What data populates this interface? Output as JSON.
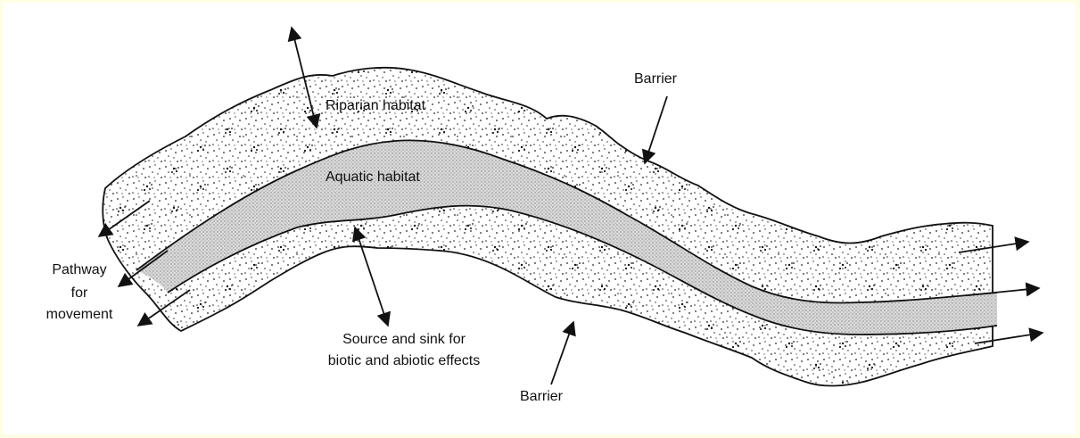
{
  "colors": {
    "frame": "#fffde4",
    "background": "#ffffff",
    "ink": "#111111",
    "riparian_stipple": "#222222",
    "channel_fill": "#d9d9d9"
  },
  "labels": {
    "riparian": "Riparian habitat",
    "aquatic": "Aquatic habitat",
    "barrier_top": "Barrier",
    "barrier_bottom": "Barrier",
    "pathway_line1": "Pathway",
    "pathway_line2": "for",
    "pathway_line3": "movement",
    "source_sink_line1": "Source and sink for",
    "source_sink_line2": "biotic and abiotic effects"
  }
}
